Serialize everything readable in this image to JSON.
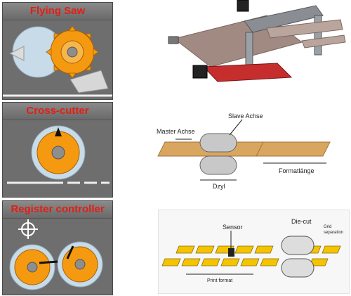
{
  "panels": [
    {
      "title": "Flying Saw"
    },
    {
      "title": "Cross-cutter"
    },
    {
      "title": "Register controller"
    }
  ],
  "crosscut_diagram": {
    "master_label": "Master Achse",
    "slave_label": "Slave Achse",
    "format_label": "Formatlänge",
    "dzyl_label": "Dzyl"
  },
  "diecut_diagram": {
    "sensor_label": "Sensor",
    "diecut_label": "Die-cut",
    "grid_label_1": "Grid",
    "grid_label_2": "separation",
    "print_label": "Print format"
  },
  "colors": {
    "title_red": "#e31e14",
    "panel_gray": "#6e6e6e",
    "accent_orange": "#f59a10",
    "label_yellow": "#f5c400"
  }
}
